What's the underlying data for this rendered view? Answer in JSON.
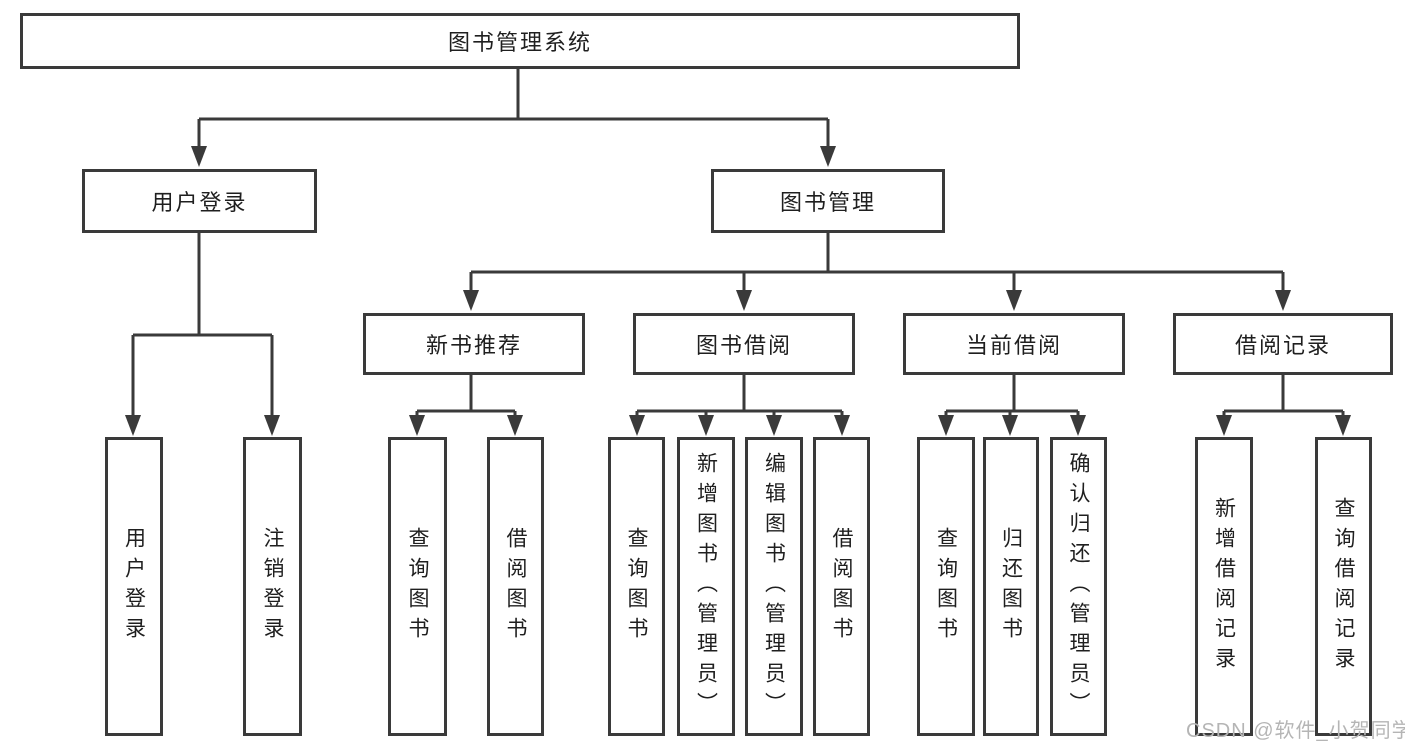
{
  "diagram_title": "图书管理系统",
  "nodes": {
    "root": "图书管理系统",
    "user_login": "用户登录",
    "book_management": "图书管理",
    "new_book_recommend": "新书推荐",
    "book_borrow": "图书借阅",
    "current_borrow": "当前借阅",
    "borrow_record": "借阅记录",
    "leaf_user_login": "用户登录",
    "leaf_logout": "注销登录",
    "nbr_query_books": "查询图书",
    "nbr_borrow_books": "借阅图书",
    "bb_query_books": "查询图书",
    "bb_add_books": "新增图书（管理员）",
    "bb_edit_books": "编辑图书（管理员）",
    "bb_borrow_books": "借阅图书",
    "cb_query_books": "查询图书",
    "cb_return_books": "归还图书",
    "cb_confirm_return": "确认归还（管理员）",
    "br_add_record": "新增借阅记录",
    "br_query_record": "查询借阅记录"
  },
  "watermark": "CSDN @软件_小贺同学",
  "colors": {
    "line": "#3a3a3a",
    "text": "#1f1f1f",
    "watermark": "#b5b5b5",
    "background": "#ffffff"
  }
}
